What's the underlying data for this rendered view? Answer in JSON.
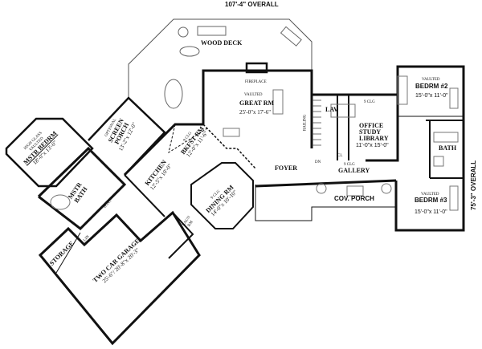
{
  "overall": {
    "width": "107'-4\" OVERALL",
    "depth": "75'-3\" OVERALL"
  },
  "rooms": {
    "wood_deck": {
      "name": "WOOD DECK"
    },
    "great_rm": {
      "note": "VAULTED",
      "name": "GREAT RM",
      "size": "25'-0\"x 17'-6\"",
      "fireplace": "FIREPLACE",
      "railing": "RAILING"
    },
    "lav": {
      "name": "LAV"
    },
    "office": {
      "note": "9 CLG",
      "name_1": "OFFICE",
      "name_2": "STUDY",
      "name_3": "LIBRARY",
      "size": "11'-0\"x 15'-0\""
    },
    "bedrm2": {
      "note": "VAULTED",
      "name": "BEDRM #2",
      "size": "15'-0\"x 11'-0\""
    },
    "bath": {
      "name": "BATH"
    },
    "bedrm3": {
      "note": "VAULTED",
      "name": "BEDRM #3",
      "size": "15'-0\"x 11'-0\""
    },
    "foyer": {
      "name": "FOYER",
      "dn": "DN"
    },
    "gallery": {
      "note": "9 CLG",
      "name": "GALLERY"
    },
    "cov_porch": {
      "name": "COV. PORCH"
    },
    "screen_porch": {
      "note": "OPTIONAL",
      "name_1": "SCREEN",
      "name_2": "PORCH",
      "size": "13'-2\"x 12'-0\""
    },
    "bkfst_rm": {
      "note": "9 CLG",
      "name": "BKFST RM",
      "size": "12'-0\"x 11'-6\""
    },
    "kitchen": {
      "name": "KITCHEN",
      "size": "12'-5\"x 10'-0\""
    },
    "dining_rm": {
      "note": "9 CLG",
      "name": "DINING RM",
      "size": "14'-0\"x 10'-10\""
    },
    "mstr_bedrm": {
      "high_glass": "HIGH GLASS",
      "note": "VAULTED",
      "name": "MSTR BEDRM",
      "size": "18'-0\"x 13'-0\""
    },
    "mstr_bath": {
      "name_1": "MSTR",
      "name_2": "BATH",
      "wic": "W.I.C."
    },
    "laun": {
      "name_1": "LAUN",
      "name_2": "RM"
    },
    "storage": {
      "name": "STORAGE"
    },
    "garage": {
      "name": "TWO CAR GARAGE",
      "size": "25'-6\"/ 20'-8\"x 20'-3\""
    },
    "closet": {
      "label": "CL",
      "lin": "LIN"
    }
  }
}
